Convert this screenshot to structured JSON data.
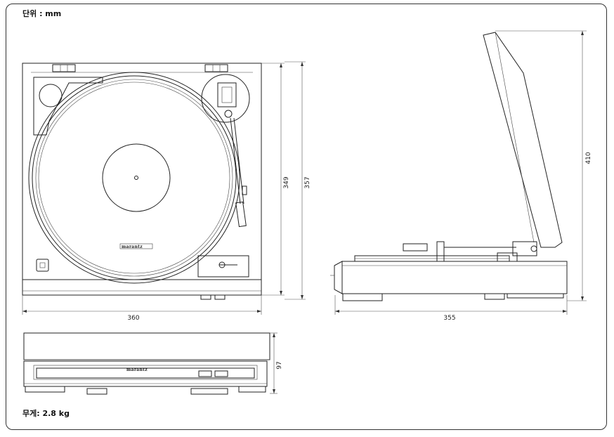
{
  "labels": {
    "unit": "단위 : mm",
    "weight": "무게: 2.8 kg",
    "brand": "marantz"
  },
  "dimensions": {
    "top_width": "360",
    "top_depth_inner": "349",
    "top_depth_outer": "357",
    "side_width": "355",
    "side_height_open": "410",
    "front_height": "97"
  }
}
